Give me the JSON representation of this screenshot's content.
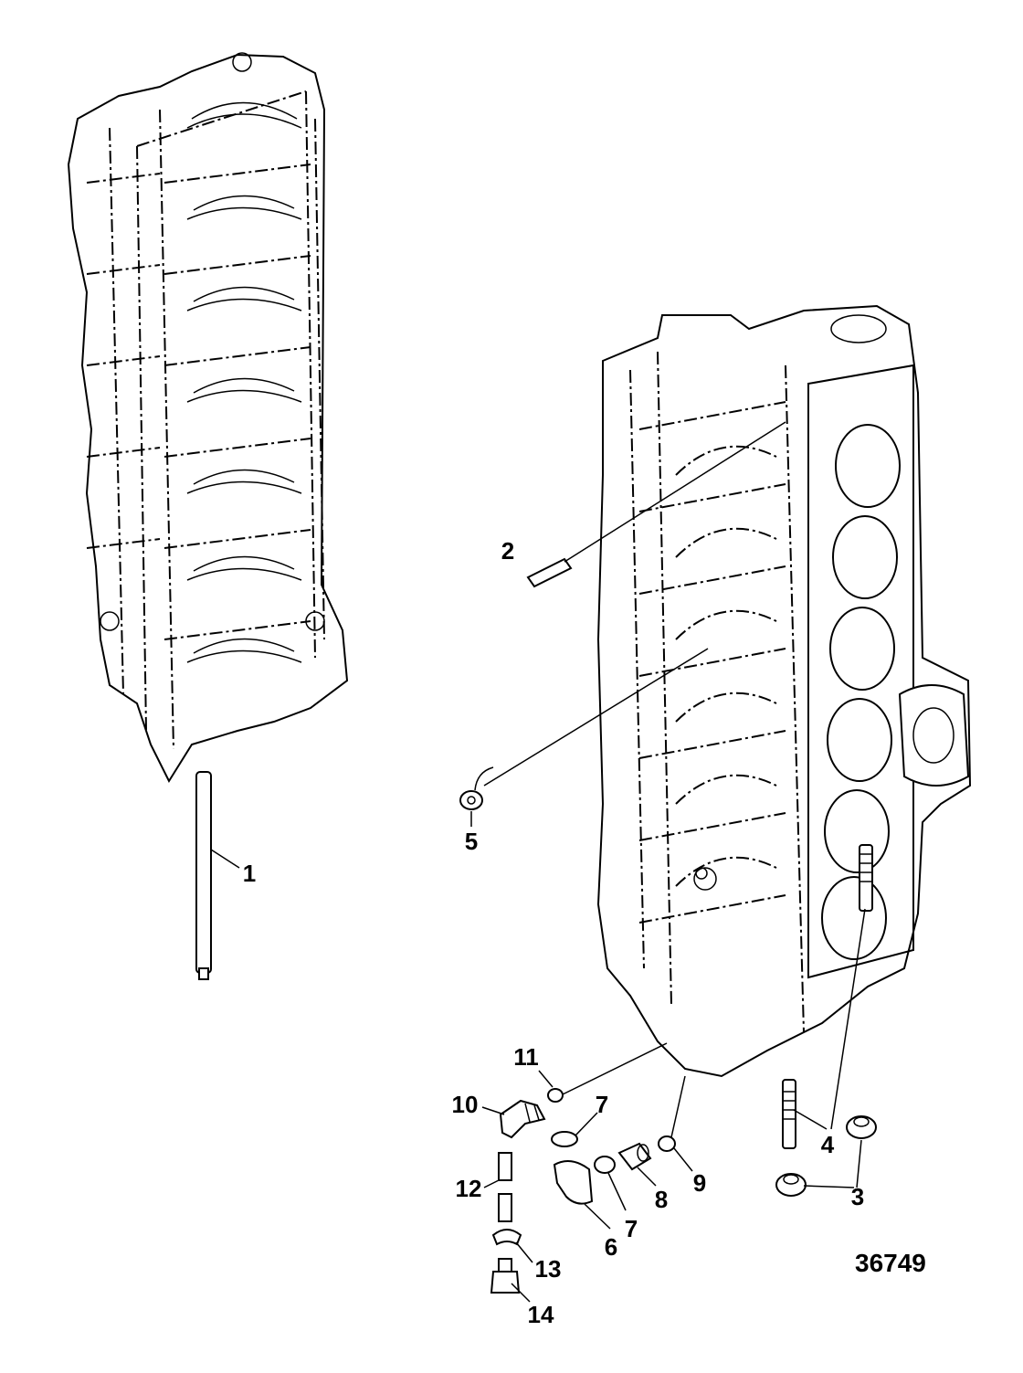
{
  "figure_id": "36749",
  "callouts": [
    {
      "id": "callout-1",
      "label": "1"
    },
    {
      "id": "callout-2",
      "label": "2"
    },
    {
      "id": "callout-3",
      "label": "3"
    },
    {
      "id": "callout-4",
      "label": "4"
    },
    {
      "id": "callout-5",
      "label": "5"
    },
    {
      "id": "callout-6",
      "label": "6"
    },
    {
      "id": "callout-7a",
      "label": "7"
    },
    {
      "id": "callout-7b",
      "label": "7"
    },
    {
      "id": "callout-8",
      "label": "8"
    },
    {
      "id": "callout-9",
      "label": "9"
    },
    {
      "id": "callout-10",
      "label": "10"
    },
    {
      "id": "callout-11",
      "label": "11"
    },
    {
      "id": "callout-12",
      "label": "12"
    },
    {
      "id": "callout-13",
      "label": "13"
    },
    {
      "id": "callout-14",
      "label": "14"
    }
  ]
}
